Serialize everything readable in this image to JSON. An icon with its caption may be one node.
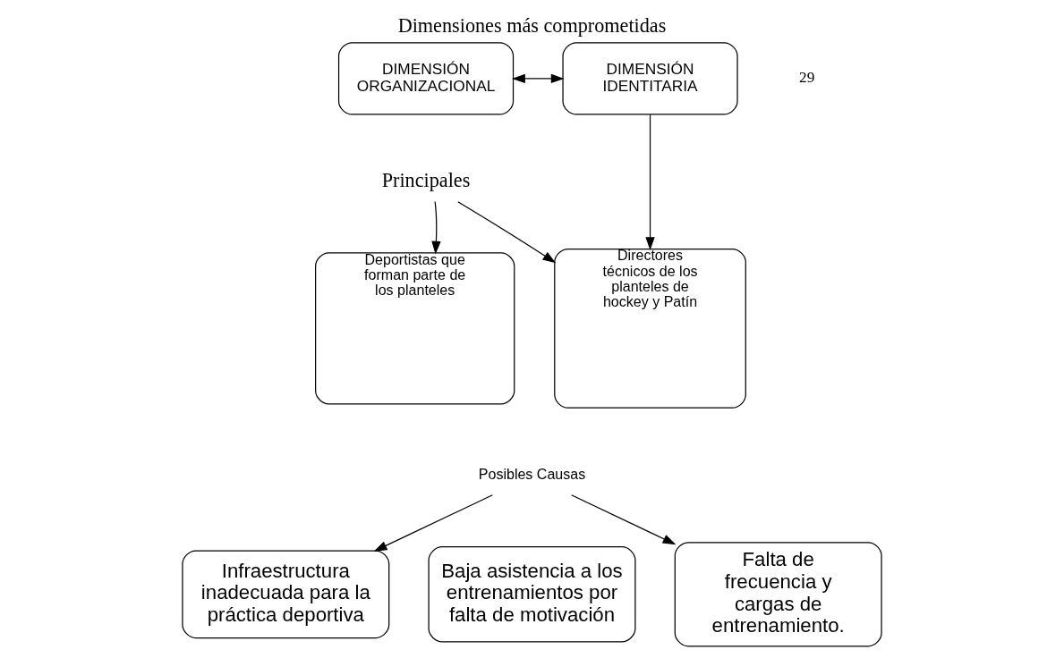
{
  "diagram": {
    "title": "Dimensiones más comprometidas",
    "nodes": [
      {
        "text": [
          "DIMENSIÓN ORGANIZACIONAL"
        ]
      },
      {
        "text": [
          "DIMENSIÓN IDENTITARIA"
        ]
      },
      {
        "text": [
          "Principales"
        ]
      },
      {
        "text": [
          "Deportistas que forman parte de los planteles"
        ]
      },
      {
        "text": [
          "Directores técnicos de los planteles de hockey y Patín"
        ]
      },
      {
        "text": [
          "Posibles Causas"
        ]
      },
      {
        "text": [
          "Infraestructura inadecuada para la práctica deportiva"
        ]
      },
      {
        "text": [
          "Baja asistencia a los entrenamientos por falta de motivación"
        ]
      },
      {
        "text": [
          "Falta de frecuencia y cargas de entrenamiento."
        ]
      }
    ],
    "edges": [
      {
        "from": 0,
        "to": 1,
        "arrow": "both"
      },
      {
        "from": 2,
        "to": 3,
        "arrow": "to"
      },
      {
        "from": 2,
        "to": 4,
        "arrow": "to"
      },
      {
        "from": 1,
        "to": 4,
        "arrow": "to"
      },
      {
        "from": 5,
        "to": 6,
        "arrow": "to"
      },
      {
        "from": 5,
        "to": 8,
        "arrow": "to"
      }
    ],
    "labels": [
      "29"
    ]
  }
}
